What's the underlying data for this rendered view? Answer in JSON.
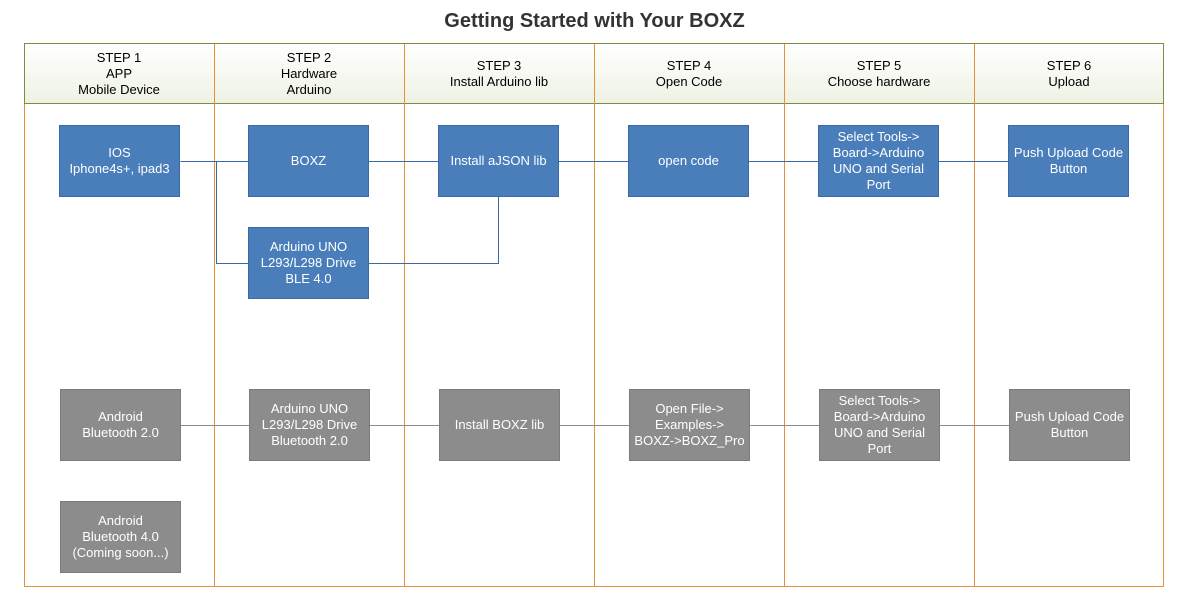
{
  "title": "Getting Started with Your BOXZ",
  "colors": {
    "frame": "#e3923b",
    "header_border": "#7a8f3e",
    "blue": "#4a7ebb",
    "gray": "#8c8c8c",
    "line_blue": "#3a6aa5",
    "line_gray": "#8c8c8c"
  },
  "columns": [
    {
      "lines": [
        "STEP 1",
        "APP",
        "Mobile Device"
      ]
    },
    {
      "lines": [
        "STEP 2",
        "Hardware",
        "Arduino"
      ]
    },
    {
      "lines": [
        "STEP 3",
        "Install Arduino lib"
      ]
    },
    {
      "lines": [
        "STEP 4",
        "Open Code"
      ]
    },
    {
      "lines": [
        "STEP 5",
        "Choose hardware"
      ]
    },
    {
      "lines": [
        "STEP 6",
        "Upload"
      ]
    }
  ],
  "nodes": {
    "ios": {
      "lines": [
        "IOS",
        "Iphone4s+, ipad3"
      ]
    },
    "boxz": {
      "lines": [
        "BOXZ"
      ]
    },
    "ajson": {
      "lines": [
        "Install aJSON lib"
      ]
    },
    "open_code": {
      "lines": [
        "open code"
      ]
    },
    "tools_blue": {
      "lines": [
        "Select Tools->",
        "Board->Arduino",
        "UNO and Serial",
        "Port"
      ]
    },
    "upload_blue": {
      "lines": [
        "Push Upload Code",
        "Button"
      ]
    },
    "uno_ble": {
      "lines": [
        "Arduino UNO",
        "L293/L298 Drive",
        "BLE 4.0"
      ]
    },
    "android_bt2": {
      "lines": [
        "Android",
        "Bluetooth 2.0"
      ]
    },
    "uno_bt2": {
      "lines": [
        "Arduino UNO",
        "L293/L298 Drive",
        "Bluetooth 2.0"
      ]
    },
    "boxz_lib": {
      "lines": [
        "Install BOXZ lib"
      ]
    },
    "open_file": {
      "lines": [
        "Open File->",
        "Examples->",
        "BOXZ->BOXZ_Pro"
      ]
    },
    "tools_gray": {
      "lines": [
        "Select Tools->",
        "Board->Arduino",
        "UNO and Serial",
        "Port"
      ]
    },
    "upload_gray": {
      "lines": [
        "Push Upload Code",
        "Button"
      ]
    },
    "android_bt4": {
      "lines": [
        "Android",
        "Bluetooth 4.0",
        "(Coming soon...)"
      ]
    }
  }
}
